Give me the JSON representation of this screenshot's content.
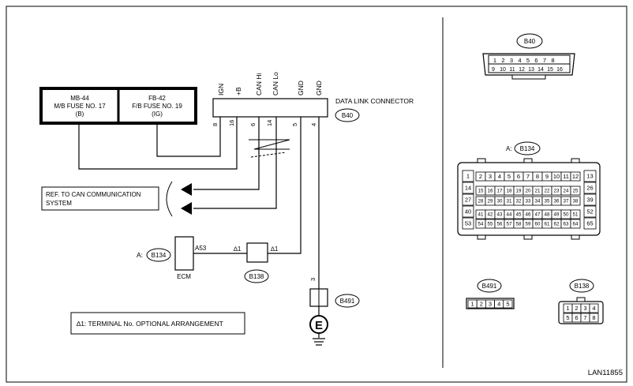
{
  "fuses": [
    {
      "line1": "MB-44",
      "line2": "M/B FUSE NO. 17",
      "line3": "(B)"
    },
    {
      "line1": "FB-42",
      "line2": "F/B FUSE NO. 19",
      "line3": "(IG)"
    }
  ],
  "dlc": {
    "title": "DATA LINK CONNECTOR",
    "id": "B40",
    "pin_labels": [
      "IGN",
      "+B",
      "CAN Hi",
      "CAN Lo",
      "GND",
      "GND"
    ],
    "pin_numbers": [
      "8",
      "16",
      "6",
      "14",
      "5",
      "4"
    ]
  },
  "can_ref": {
    "line1": "REF. TO CAN COMMUNICATION",
    "line2": "SYSTEM"
  },
  "ecm": {
    "prefix": "A:",
    "connector": "B134",
    "pin": "A53",
    "label": "ECM"
  },
  "junction": {
    "id": "B138",
    "star_left": "∆1",
    "star_right": "∆1"
  },
  "ground": {
    "pin": "3",
    "connector": "B491",
    "symbol": "E"
  },
  "note": "∆1: TERMINAL No. OPTIONAL ARRANGEMENT",
  "figure_id": "LAN11855",
  "right_panel": {
    "b40": {
      "id": "B40",
      "top_row": [
        "1",
        "2",
        "3",
        "4",
        "5",
        "6",
        "7",
        "8"
      ],
      "bottom_row": [
        "9",
        "10",
        "11",
        "12",
        "13",
        "14",
        "15",
        "16"
      ]
    },
    "b134": {
      "prefix": "A:",
      "id": "B134",
      "left_col": [
        "1",
        "14",
        "27",
        "40",
        "53"
      ],
      "right_col": [
        "13",
        "26",
        "39",
        "52",
        "65"
      ],
      "row1": [
        "2",
        "3",
        "4",
        "5",
        "6",
        "7",
        "8",
        "9",
        "10",
        "11",
        "12"
      ],
      "row2": [
        "15",
        "16",
        "17",
        "18",
        "19",
        "20",
        "21",
        "22",
        "23",
        "24",
        "25"
      ],
      "row3": [
        "28",
        "29",
        "30",
        "31",
        "32",
        "33",
        "34",
        "35",
        "36",
        "37",
        "38"
      ],
      "row4": [
        "41",
        "42",
        "43",
        "44",
        "45",
        "46",
        "47",
        "48",
        "49",
        "50",
        "51"
      ],
      "row5": [
        "54",
        "55",
        "56",
        "57",
        "58",
        "59",
        "60",
        "61",
        "62",
        "63",
        "64"
      ]
    },
    "b491": {
      "id": "B491",
      "pins": [
        "1",
        "2",
        "3",
        "4",
        "5"
      ]
    },
    "b138": {
      "id": "B138",
      "top": [
        "1",
        "2",
        "3",
        "4"
      ],
      "bottom": [
        "5",
        "6",
        "7",
        "8"
      ]
    }
  },
  "colors": {
    "line": "#000000",
    "background": "#ffffff"
  }
}
